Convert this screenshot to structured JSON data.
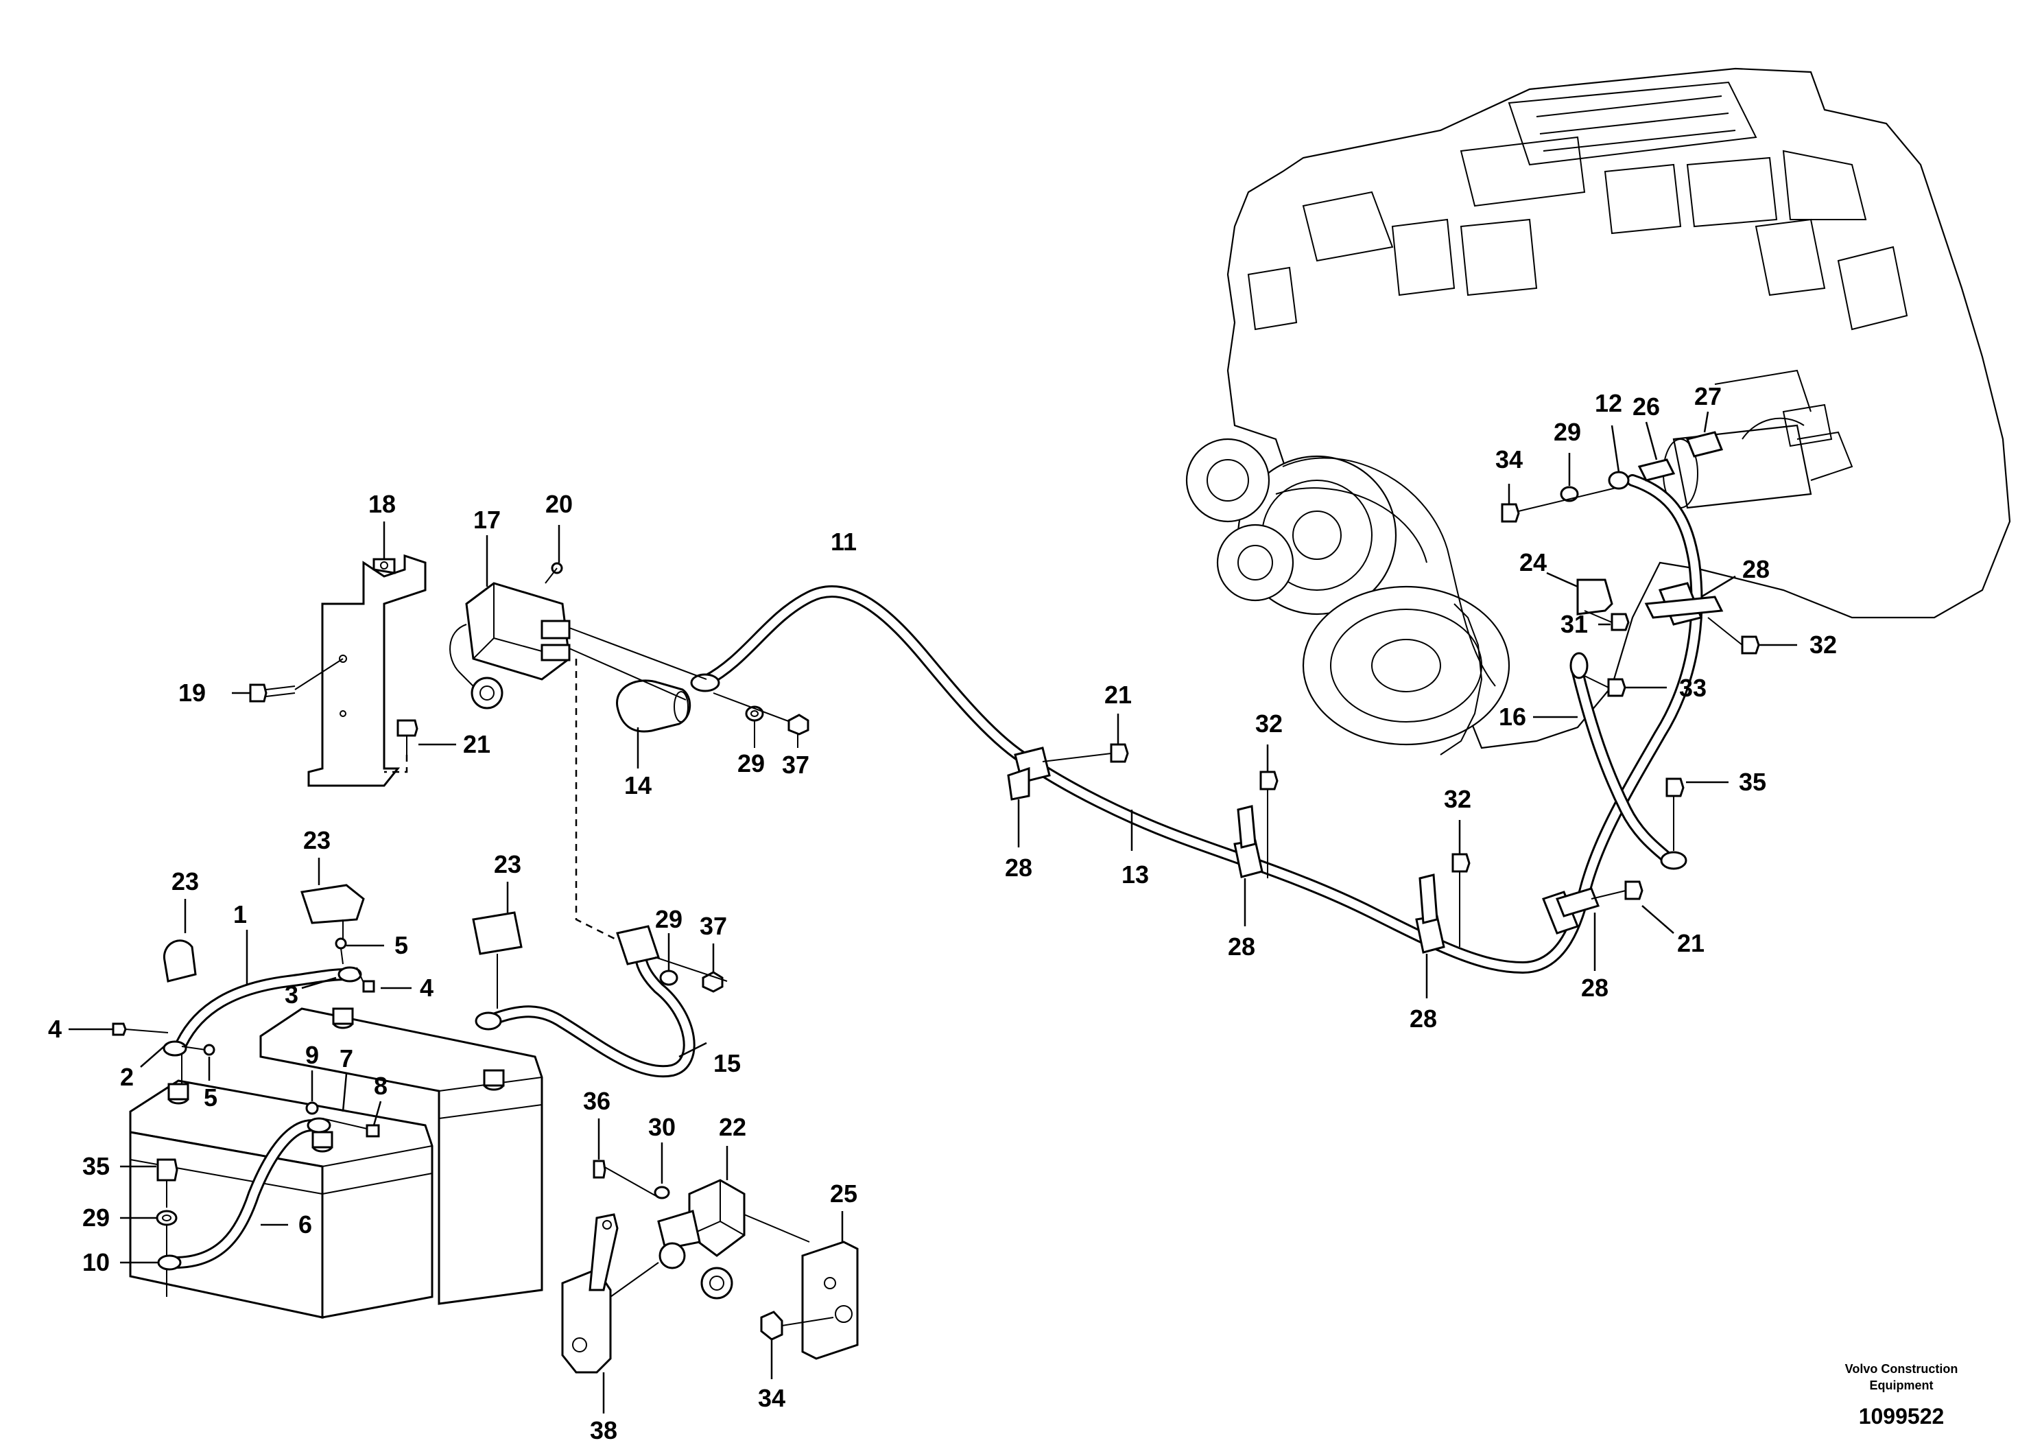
{
  "labels": {
    "p1": "1",
    "p2": "2",
    "p3": "3",
    "p4a": "4",
    "p4b": "4",
    "p5a": "5",
    "p5b": "5",
    "p6": "6",
    "p7": "7",
    "p8": "8",
    "p9": "9",
    "p10": "10",
    "p11": "11",
    "p12": "12",
    "p13": "13",
    "p14": "14",
    "p15": "15",
    "p16": "16",
    "p17": "17",
    "p18": "18",
    "p19": "19",
    "p20": "20",
    "p21a": "21",
    "p21b": "21",
    "p21c": "21",
    "p22": "22",
    "p23a": "23",
    "p23b": "23",
    "p23c": "23",
    "p24": "24",
    "p25": "25",
    "p26": "26",
    "p27": "27",
    "p28a": "28",
    "p28b": "28",
    "p28c": "28",
    "p28d": "28",
    "p28e": "28",
    "p29a": "29",
    "p29b": "29",
    "p29c": "29",
    "p29d": "29",
    "p30": "30",
    "p31": "31",
    "p32a": "32",
    "p32b": "32",
    "p32c": "32",
    "p33": "33",
    "p34a": "34",
    "p34b": "34",
    "p35a": "35",
    "p35b": "35",
    "p36": "36",
    "p37a": "37",
    "p37b": "37",
    "p38": "38"
  },
  "footer": {
    "brand_line1": "Volvo Construction",
    "brand_line2": "Equipment",
    "drawing_number": "1099522"
  }
}
